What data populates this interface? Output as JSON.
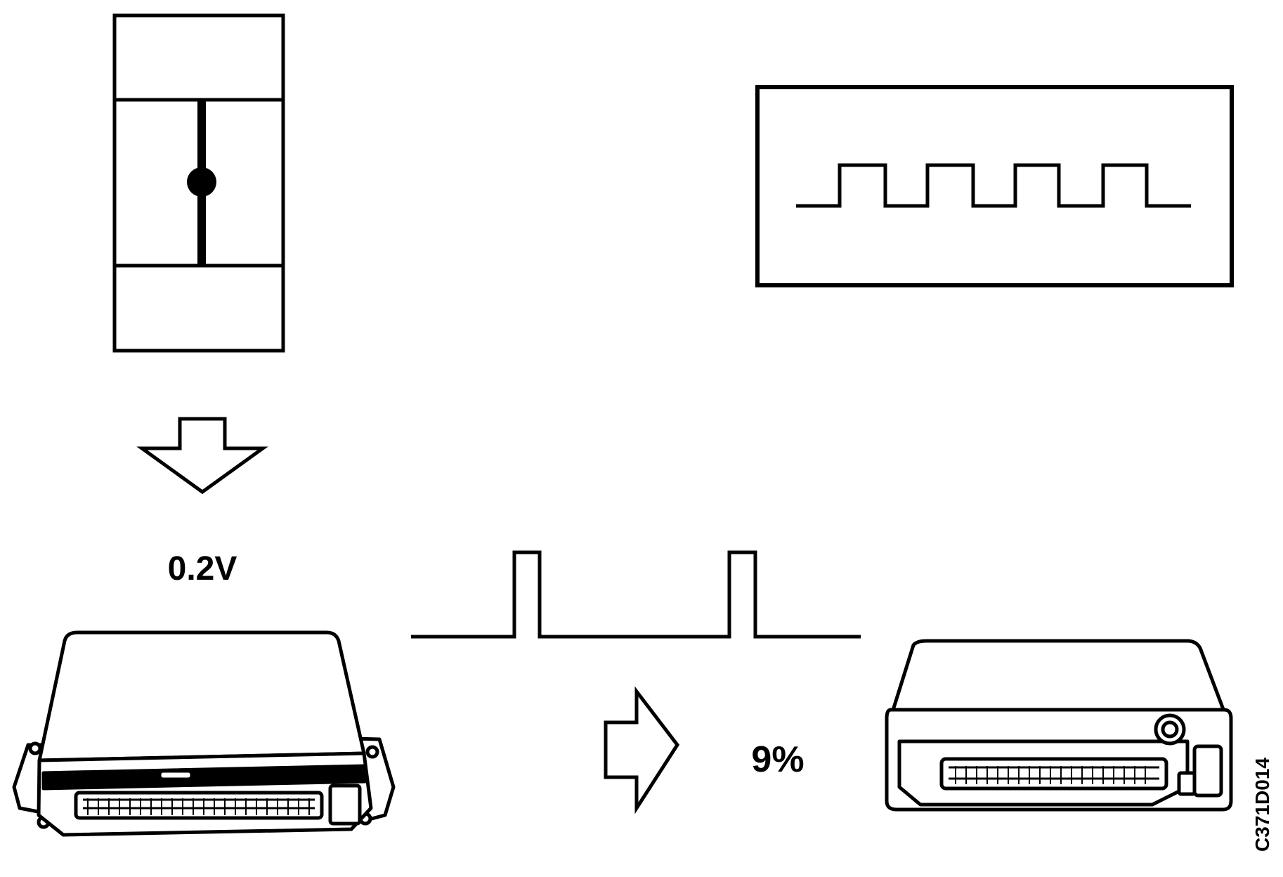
{
  "labels": {
    "sensor_voltage": "0.2V",
    "duty_cycle": "9%",
    "figure_code": "C371D014"
  },
  "colors": {
    "ink": "#000000",
    "paper": "#ffffff"
  },
  "icons": {
    "sensor": "throttle-position-sensor-icon",
    "arrow_down": "arrow-down-icon",
    "arrow_right": "arrow-right-icon",
    "control_unit": "control-unit-icon"
  }
}
